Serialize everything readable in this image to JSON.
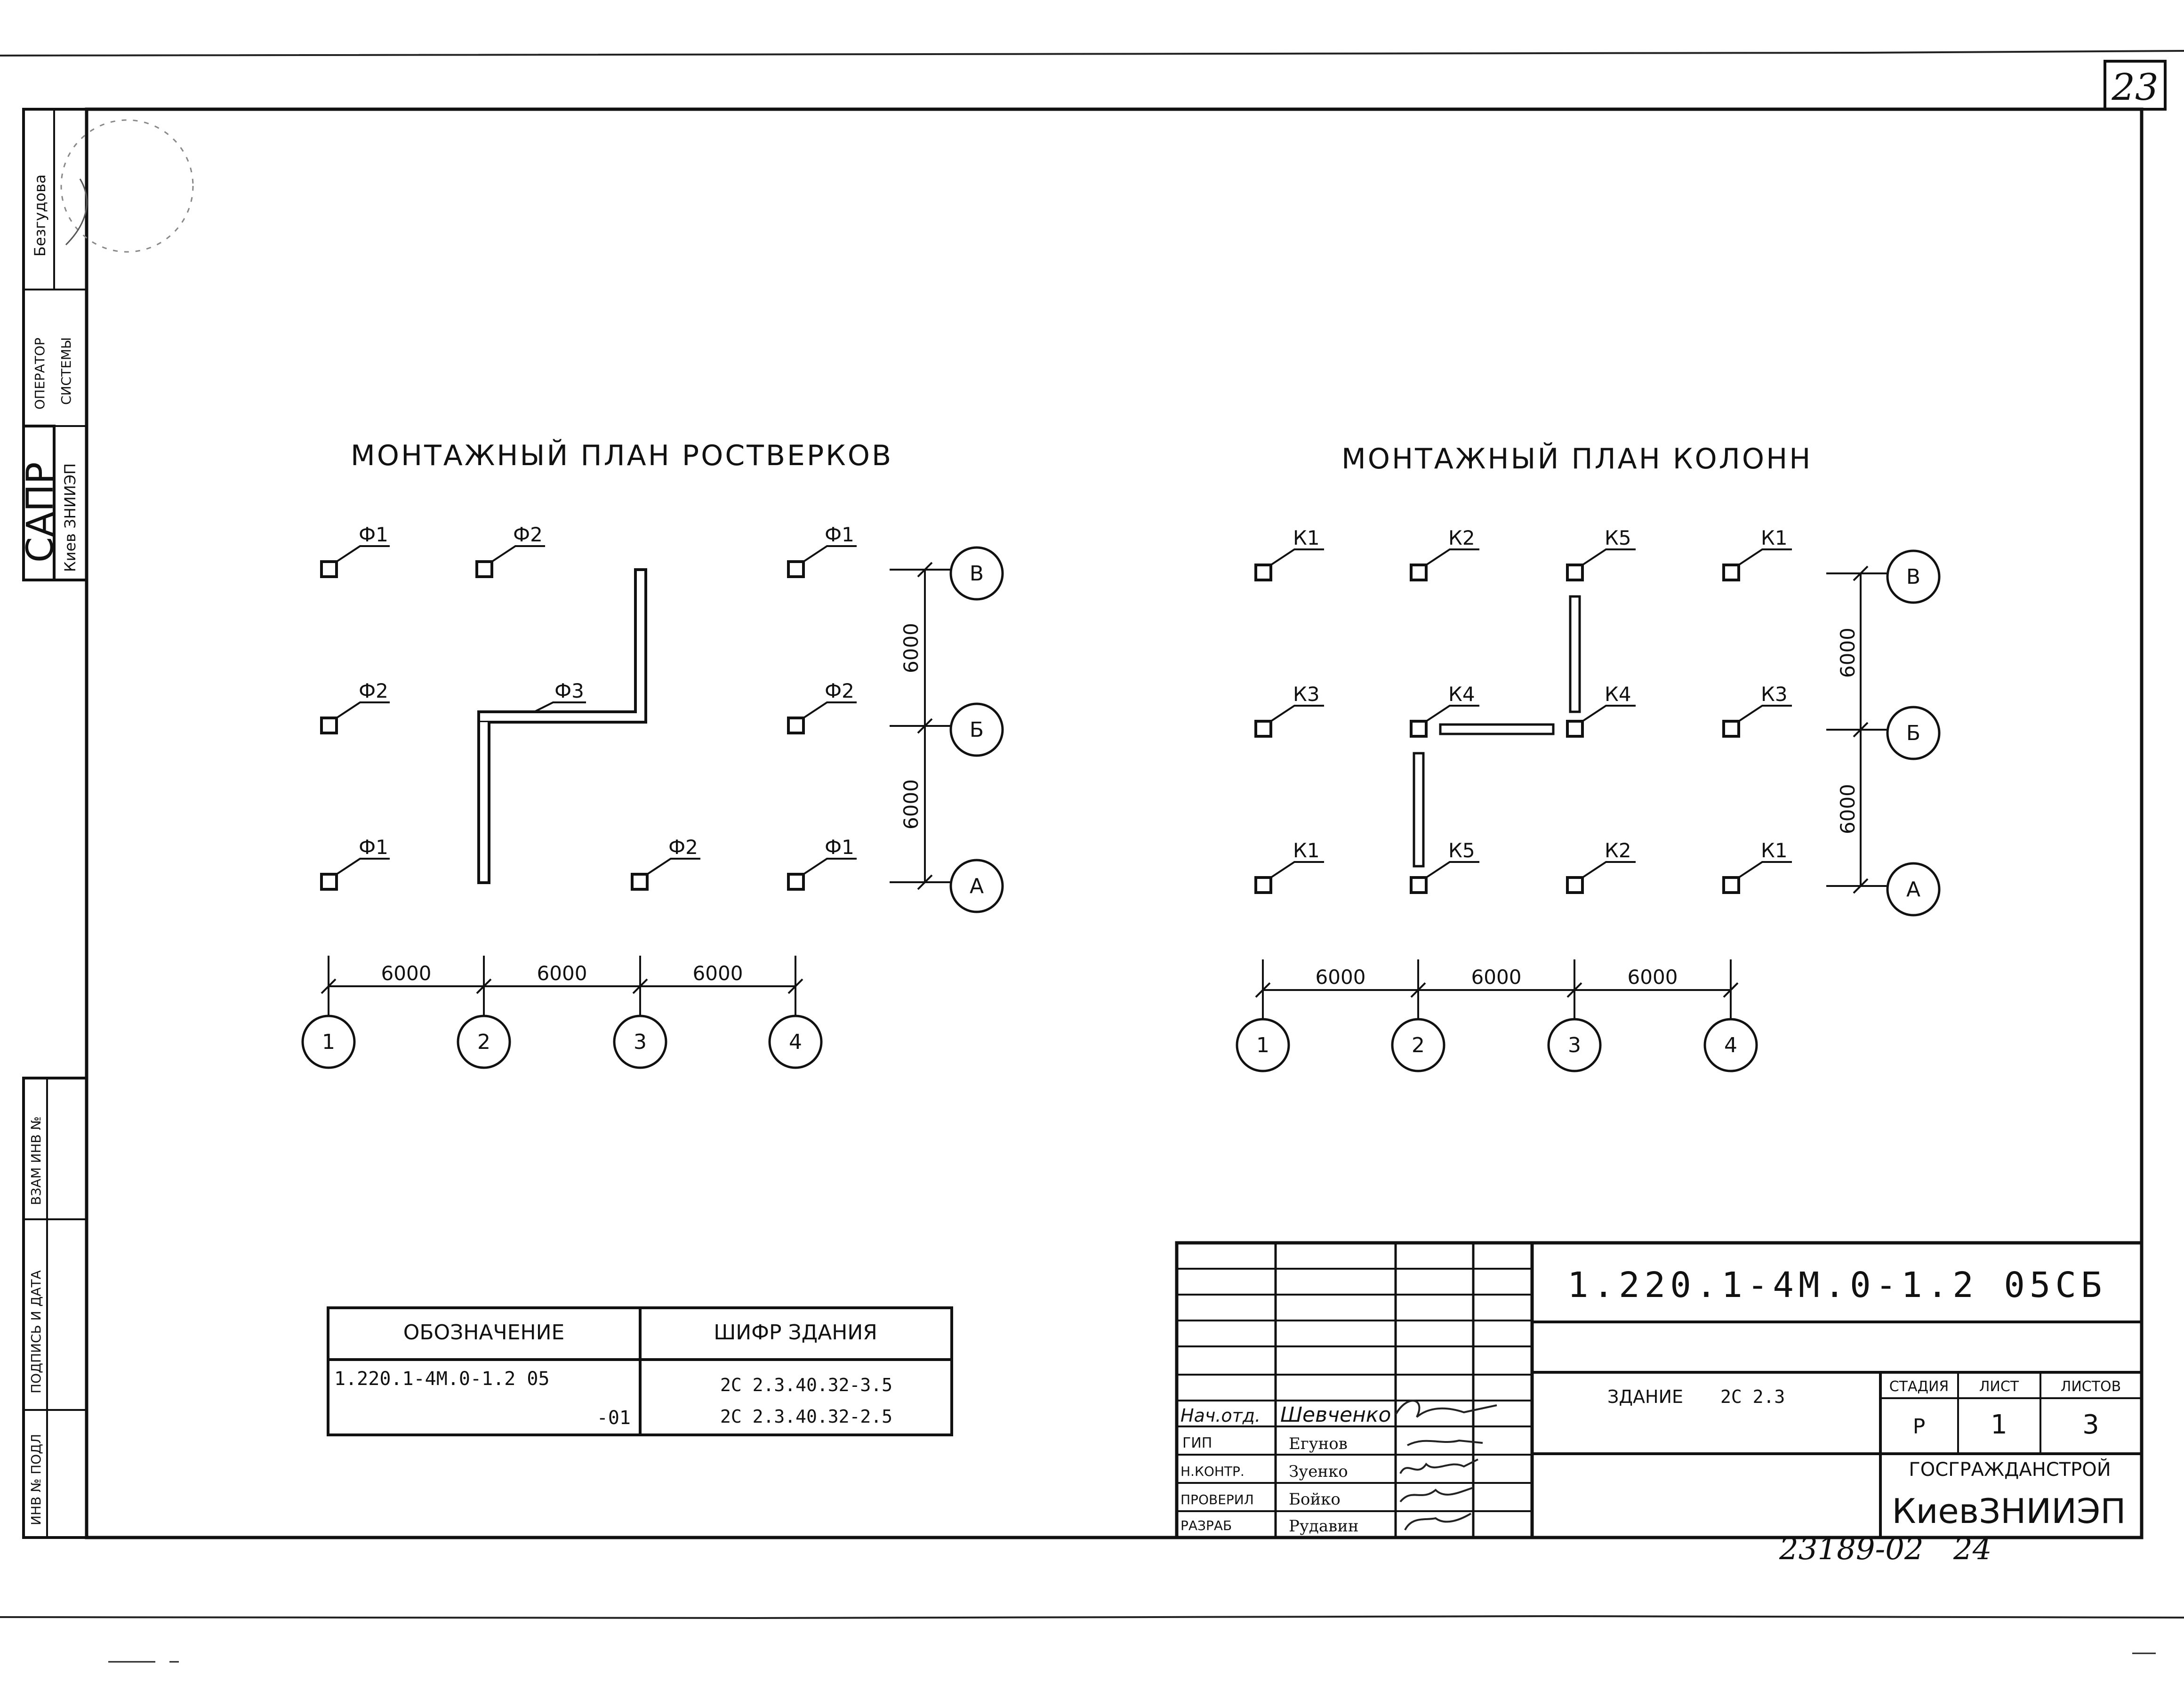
{
  "sheet": {
    "page_number": "23",
    "archive_number": "23189-02",
    "archive_page": "24"
  },
  "sidebar": {
    "name": "Безгудова",
    "operator": "ОПЕРАТОР",
    "system": "СИСТЕМЫ",
    "sapr": "САПР",
    "institute": "Киев ЗНИИЭП",
    "vzam": "ВЗАМ ИНВ №",
    "podpis": "ПОДПИСЬ И ДАТА",
    "inv_podl": "ИНВ № ПОДЛ"
  },
  "plan_rostverk": {
    "title": "МОНТАЖНЫЙ ПЛАН РОСТВЕРКОВ",
    "marks": {
      "r1c1": "Ф1",
      "r1c2": "Ф2",
      "r1c4": "Ф1",
      "r2c1": "Ф2",
      "r2c2": "Ф3",
      "r2c4": "Ф2",
      "r3c1": "Ф1",
      "r3c3": "Ф2",
      "r3c4": "Ф1"
    },
    "dims_h": [
      "6000",
      "6000",
      "6000"
    ],
    "dims_v": [
      "6000",
      "6000"
    ],
    "axes_num": [
      "1",
      "2",
      "3",
      "4"
    ],
    "axes_let": [
      "В",
      "Б",
      "А"
    ]
  },
  "plan_columns": {
    "title": "МОНТАЖНЫЙ ПЛАН КОЛОНН",
    "marks": {
      "r1c1": "К1",
      "r1c2": "К2",
      "r1c3": "К5",
      "r1c4": "К1",
      "r2c1": "К3",
      "r2c2": "К4",
      "r2c3": "К4",
      "r2c4": "К3",
      "r3c1": "К1",
      "r3c2": "К5",
      "r3c3": "К2",
      "r3c4": "К1"
    },
    "dims_h": [
      "6000",
      "6000",
      "6000"
    ],
    "dims_v": [
      "6000",
      "6000"
    ],
    "axes_num": [
      "1",
      "2",
      "3",
      "4"
    ],
    "axes_let": [
      "В",
      "Б",
      "А"
    ]
  },
  "designation_table": {
    "header_1": "ОБОЗНАЧЕНИЕ",
    "header_2": "ШИФР ЗДАНИЯ",
    "row1_code": "1.220.1-4М.0-1.2 05",
    "row2_code": "-01",
    "row1_building": "2С 2.3.40.32-3.5",
    "row2_building": "2С 2.3.40.32-2.5"
  },
  "title_block": {
    "doc_code": "1.220.1-4М.0-1.2 05СБ",
    "building_label": "ЗДАНИЕ",
    "building_code": "2С 2.3",
    "stage_label": "СТАДИЯ",
    "sheet_label": "ЛИСТ",
    "sheets_label": "ЛИСТОВ",
    "stage": "Р",
    "sheet": "1",
    "sheets": "3",
    "org": "ГОСГРАЖДАНСТРОЙ",
    "institute": "КиевЗНИИЭП",
    "roles": [
      "Нач.отд.",
      "ГИП",
      "Н.КОНТР.",
      "ПРОВЕРИЛ",
      "РАЗРАБ"
    ],
    "names": [
      "Шевченко",
      "Егунов",
      "Зуенко",
      "Бойко",
      "Рудавин"
    ]
  }
}
